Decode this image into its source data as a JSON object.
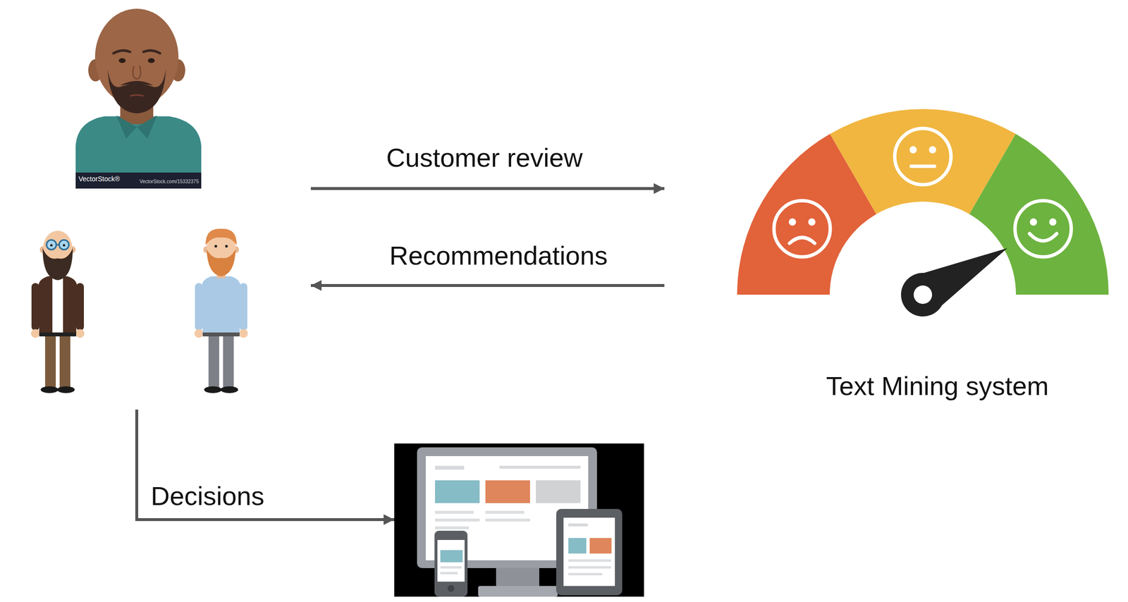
{
  "diagram": {
    "nodes": [
      {
        "text": [
          "VectorStock®",
          "VectorStock.com/15332375"
        ]
      },
      {
        "text": [
          "Text Mining system"
        ]
      },
      {
        "text": []
      }
    ],
    "edges": [
      {
        "from": 0,
        "to": 1,
        "arrow": "to",
        "label": "Customer review"
      },
      {
        "from": 1,
        "to": 0,
        "arrow": "to",
        "label": "Recommendations"
      },
      {
        "from": 0,
        "to": 2,
        "arrow": "to",
        "label": "Decisions"
      }
    ]
  }
}
